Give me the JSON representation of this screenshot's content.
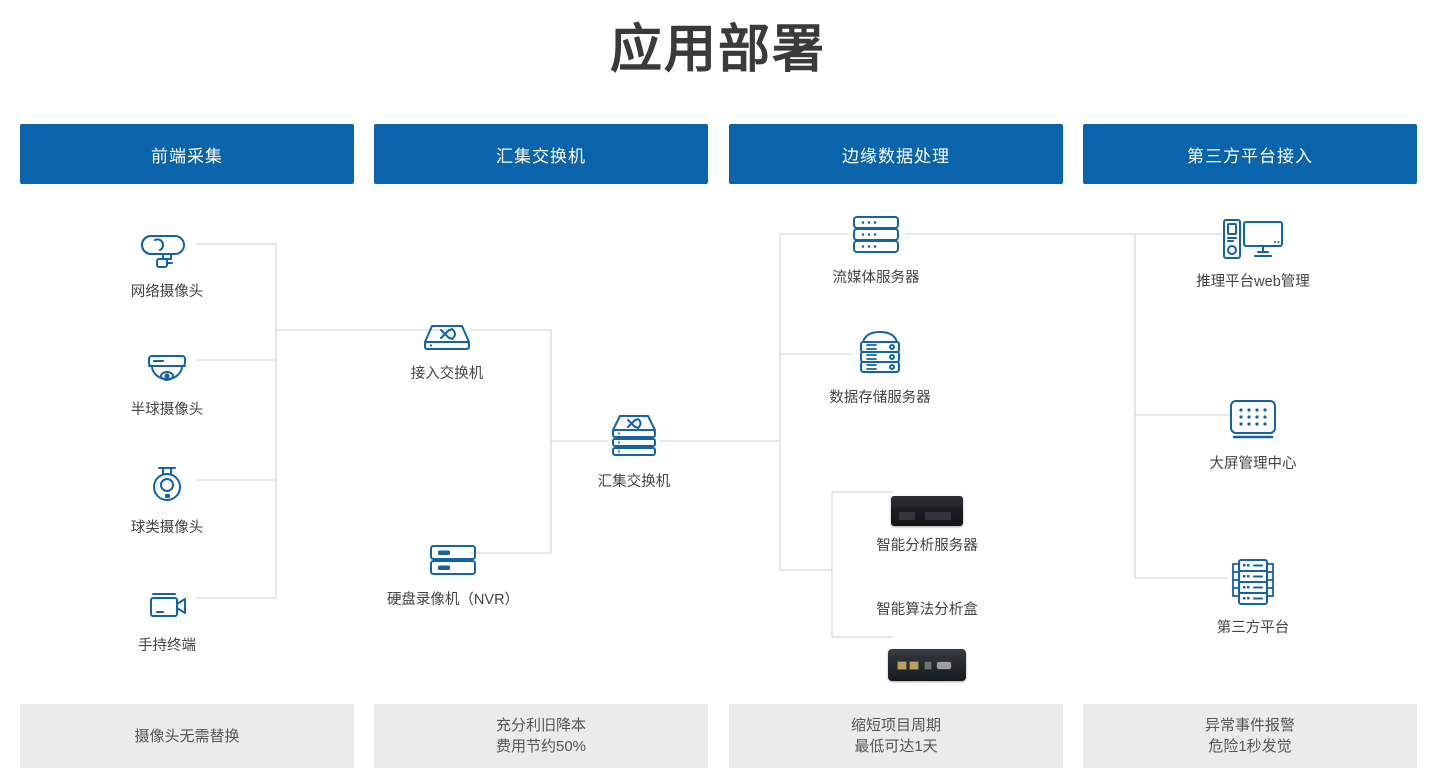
{
  "title": "应用部署",
  "theme": {
    "header_blue": "#0a64ac",
    "icon_blue": "#1464a5",
    "footer_gray": "#ebebeb",
    "wire_gray": "#cfcfcf"
  },
  "columns": [
    {
      "header": "前端采集",
      "footer": [
        "摄像头无需替换"
      ]
    },
    {
      "header": "汇集交换机",
      "footer": [
        "充分利旧降本",
        "费用节约50%"
      ]
    },
    {
      "header": "边缘数据处理",
      "footer": [
        "缩短项目周期",
        "最低可达1天"
      ]
    },
    {
      "header": "第三方平台接入",
      "footer": [
        "异常事件报警",
        "危险1秒发觉"
      ]
    }
  ],
  "nodes": {
    "ip_camera": {
      "label": "网络摄像头",
      "icon": "bullet-camera-icon"
    },
    "dome_camera": {
      "label": "半球摄像头",
      "icon": "dome-camera-icon"
    },
    "ptz_camera": {
      "label": "球类摄像头",
      "icon": "ptz-camera-icon"
    },
    "handheld": {
      "label": "手持终端",
      "icon": "camcorder-icon"
    },
    "access_switch": {
      "label": "接入交换机",
      "icon": "switch-icon"
    },
    "nvr": {
      "label": "硬盘录像机（NVR）",
      "icon": "nvr-icon"
    },
    "agg_switch": {
      "label": "汇集交换机",
      "icon": "stacked-switch-icon"
    },
    "stream_server": {
      "label": "流媒体服务器",
      "icon": "rack-server-icon"
    },
    "storage_server": {
      "label": "数据存储服务器",
      "icon": "storage-tower-icon"
    },
    "analysis_server": {
      "label": "智能分析服务器",
      "icon": "rackmount-photo-icon"
    },
    "algo_box": {
      "label": "智能算法分析盒",
      "icon": "edge-box-photo-icon"
    },
    "web_mgmt": {
      "label": "推理平台web管理",
      "icon": "desktop-pc-icon"
    },
    "video_wall": {
      "label": "大屏管理中心",
      "icon": "video-wall-icon"
    },
    "third_party": {
      "label": "第三方平台",
      "icon": "platform-rack-icon"
    }
  }
}
